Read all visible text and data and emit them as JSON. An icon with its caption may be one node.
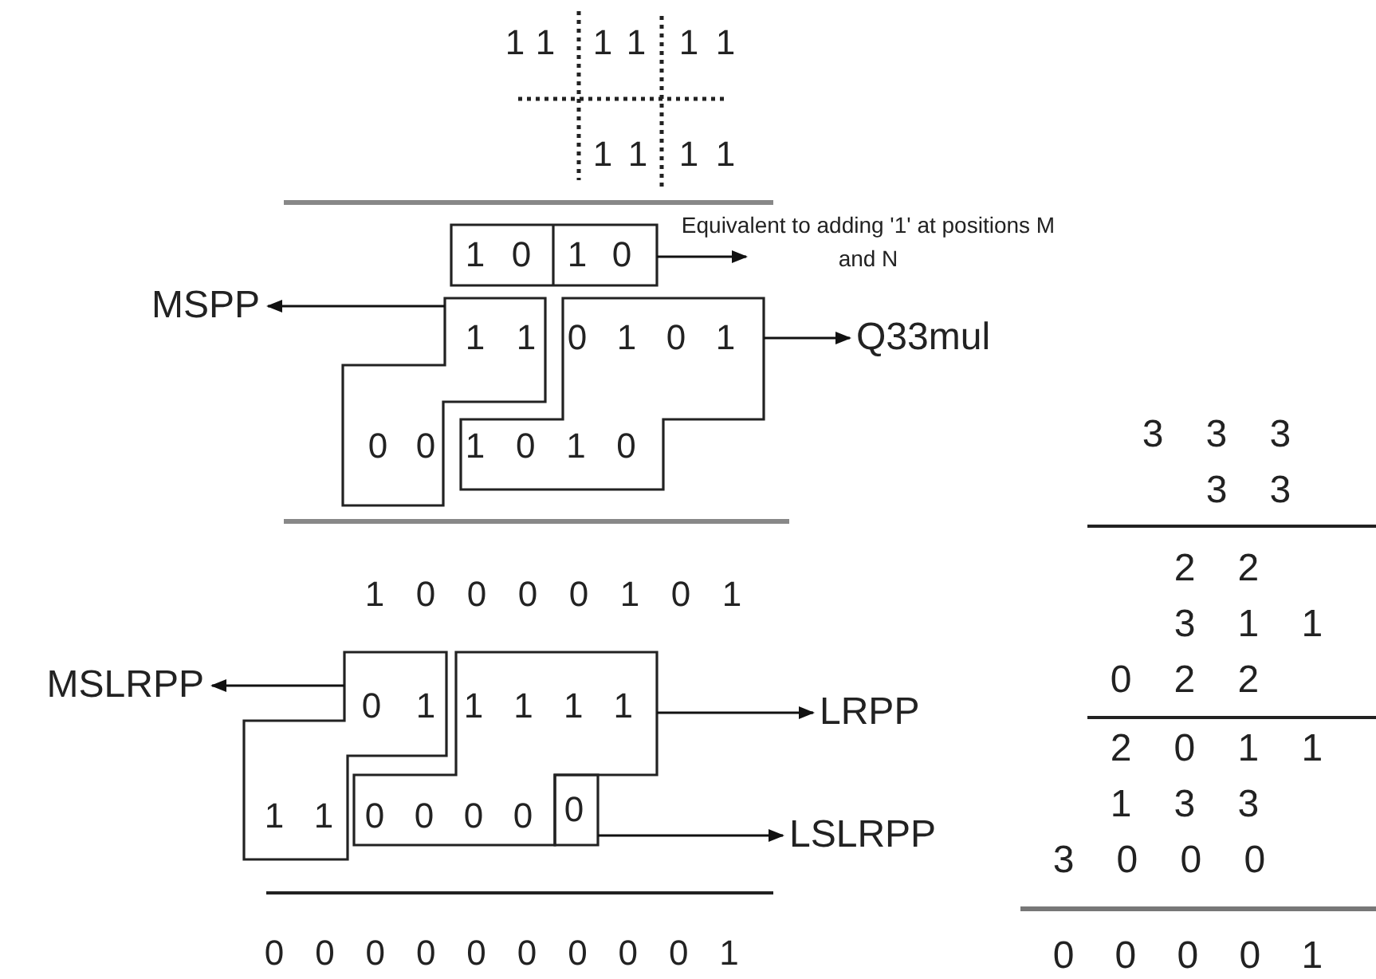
{
  "diagram": {
    "nodes": [
      {
        "text": [
          "1 0",
          "1 0"
        ]
      },
      {
        "text": [
          "Equivalent to adding '1' at positions M and N"
        ]
      },
      {
        "text": [
          "1 1",
          "0 0"
        ]
      },
      {
        "text": [
          "MSPP"
        ]
      },
      {
        "text": [
          "0 1 0 1",
          "1 0 1 0"
        ]
      },
      {
        "text": [
          "Q33mul"
        ]
      },
      {
        "text": [
          "0 1",
          "1 1"
        ]
      },
      {
        "text": [
          "MSLRPP"
        ]
      },
      {
        "text": [
          "1 1 1 1",
          "0 0 0 0"
        ]
      },
      {
        "text": [
          "LRPP"
        ]
      },
      {
        "text": [
          "0"
        ]
      },
      {
        "text": [
          "LSLRPP"
        ]
      }
    ],
    "edges": [
      {
        "from": 0,
        "to": 1,
        "arrow": "to"
      },
      {
        "from": 2,
        "to": 3,
        "arrow": "to"
      },
      {
        "from": 4,
        "to": 5,
        "arrow": "to"
      },
      {
        "from": 6,
        "to": 7,
        "arrow": "to"
      },
      {
        "from": 8,
        "to": 9,
        "arrow": "to"
      },
      {
        "from": 10,
        "to": 11,
        "arrow": "to"
      }
    ],
    "labels": [
      "1 1",
      "1 1",
      "1 1",
      "1 1",
      "1 1",
      "1 0 0 0 0 1 0 1",
      "0 0 0 0 0 0 0 0 0 1",
      "3 3 3",
      "3 3",
      "2 2",
      "3 1 1",
      "0 2 2",
      "2 0 1 1",
      "1 3 3",
      "3 0 0 0",
      "0 0 0 0 1"
    ]
  }
}
